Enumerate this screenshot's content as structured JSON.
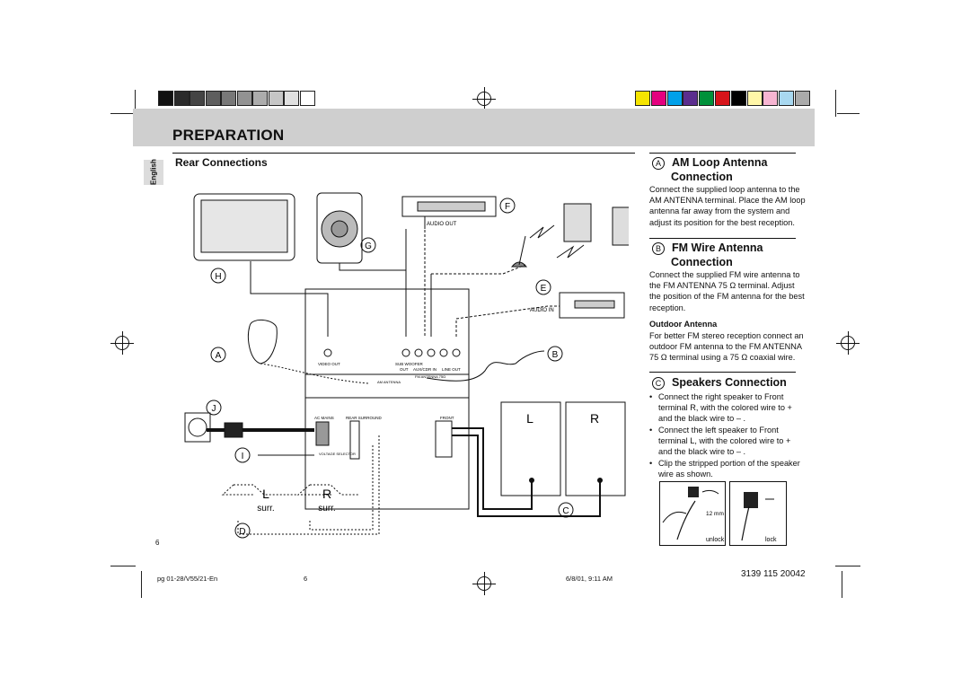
{
  "page": {
    "section_title": "PREPARATION",
    "language_tab": "English",
    "page_number": "6"
  },
  "left": {
    "heading": "Rear Connections",
    "labels": {
      "A": "A",
      "B": "B",
      "C": "C",
      "D": "D",
      "E": "E",
      "F": "F",
      "G": "G",
      "H": "H",
      "I": "I",
      "J": "J"
    },
    "audio_out": "AUDIO OUT",
    "audio_in": "AUDIO IN",
    "speaker_front_left": "L",
    "speaker_front_right": "R",
    "surr_left_letter": "L",
    "surr_right_letter": "R",
    "surr_word": "surr.",
    "panel": {
      "video_out": "VIDEO OUT",
      "sub_woofer": "SUB WOOFER",
      "out": "OUT",
      "aux_cdr_in": "AUX/CDR IN",
      "line_out": "LINE OUT",
      "fm_antenna": "FM ANTENNA 75Ω",
      "am_antenna": "AM ANTENNA",
      "ac_mains": "AC MAINS",
      "rear_surround": "REAR SURROUND",
      "front": "FRONT",
      "voltage_selector": "VOLTAGE SELECTOR"
    }
  },
  "right": {
    "am": {
      "letter": "A",
      "heading_line1": "AM Loop Antenna",
      "heading_line2": "Connection",
      "lines": [
        "Connect the supplied loop antenna to the",
        "AM ANTENNA terminal. Place the AM loop",
        "antenna far away from the system and",
        "adjust its position for the best reception."
      ]
    },
    "fm": {
      "letter": "B",
      "heading_line1": "FM Wire Antenna",
      "heading_line2": "Connection",
      "lines": [
        "Connect the supplied FM wire antenna to",
        "the FM ANTENNA 75 Ω terminal. Adjust",
        "the position of the FM antenna for the best",
        "reception."
      ],
      "sub_heading": "Outdoor Antenna",
      "sub_lines": [
        "For better FM stereo reception connect an",
        "outdoor FM antenna to the FM ANTENNA",
        "75 Ω terminal using a 75 Ω coaxial wire."
      ]
    },
    "speakers": {
      "letter": "C",
      "heading": "Speakers Connection",
      "bullet1": [
        "Connect the right speaker to Front",
        "terminal R, with the colored wire to +",
        "and the black wire to – ."
      ],
      "bullet2": [
        "Connect the left speaker to Front",
        "terminal L, with the colored wire to +",
        "and the black wire to – ."
      ],
      "bullet3": [
        "Clip the stripped portion of the speaker",
        "wire as shown."
      ],
      "wire_length": "12 mm",
      "unlock": "unlock",
      "lock": "lock"
    }
  },
  "footer": {
    "file": "pg 01-28/V55/21-En",
    "page": "6",
    "date": "6/8/01, 9:11 AM",
    "code": "3139 115 20042"
  },
  "colors": {
    "gray_swatches": [
      "#111111",
      "#2a2a2a",
      "#444444",
      "#5e5e5e",
      "#787878",
      "#929292",
      "#acacac",
      "#c6c6c6",
      "#e0e0e0",
      "#ffffff"
    ],
    "color_swatches": [
      "#f5e400",
      "#e4007f",
      "#00a0e9",
      "#5b2d8e",
      "#00913a",
      "#d7141a",
      "#000000",
      "#fff6a8",
      "#f7b5d2",
      "#a8d8f0",
      "#aaaaaa"
    ]
  }
}
